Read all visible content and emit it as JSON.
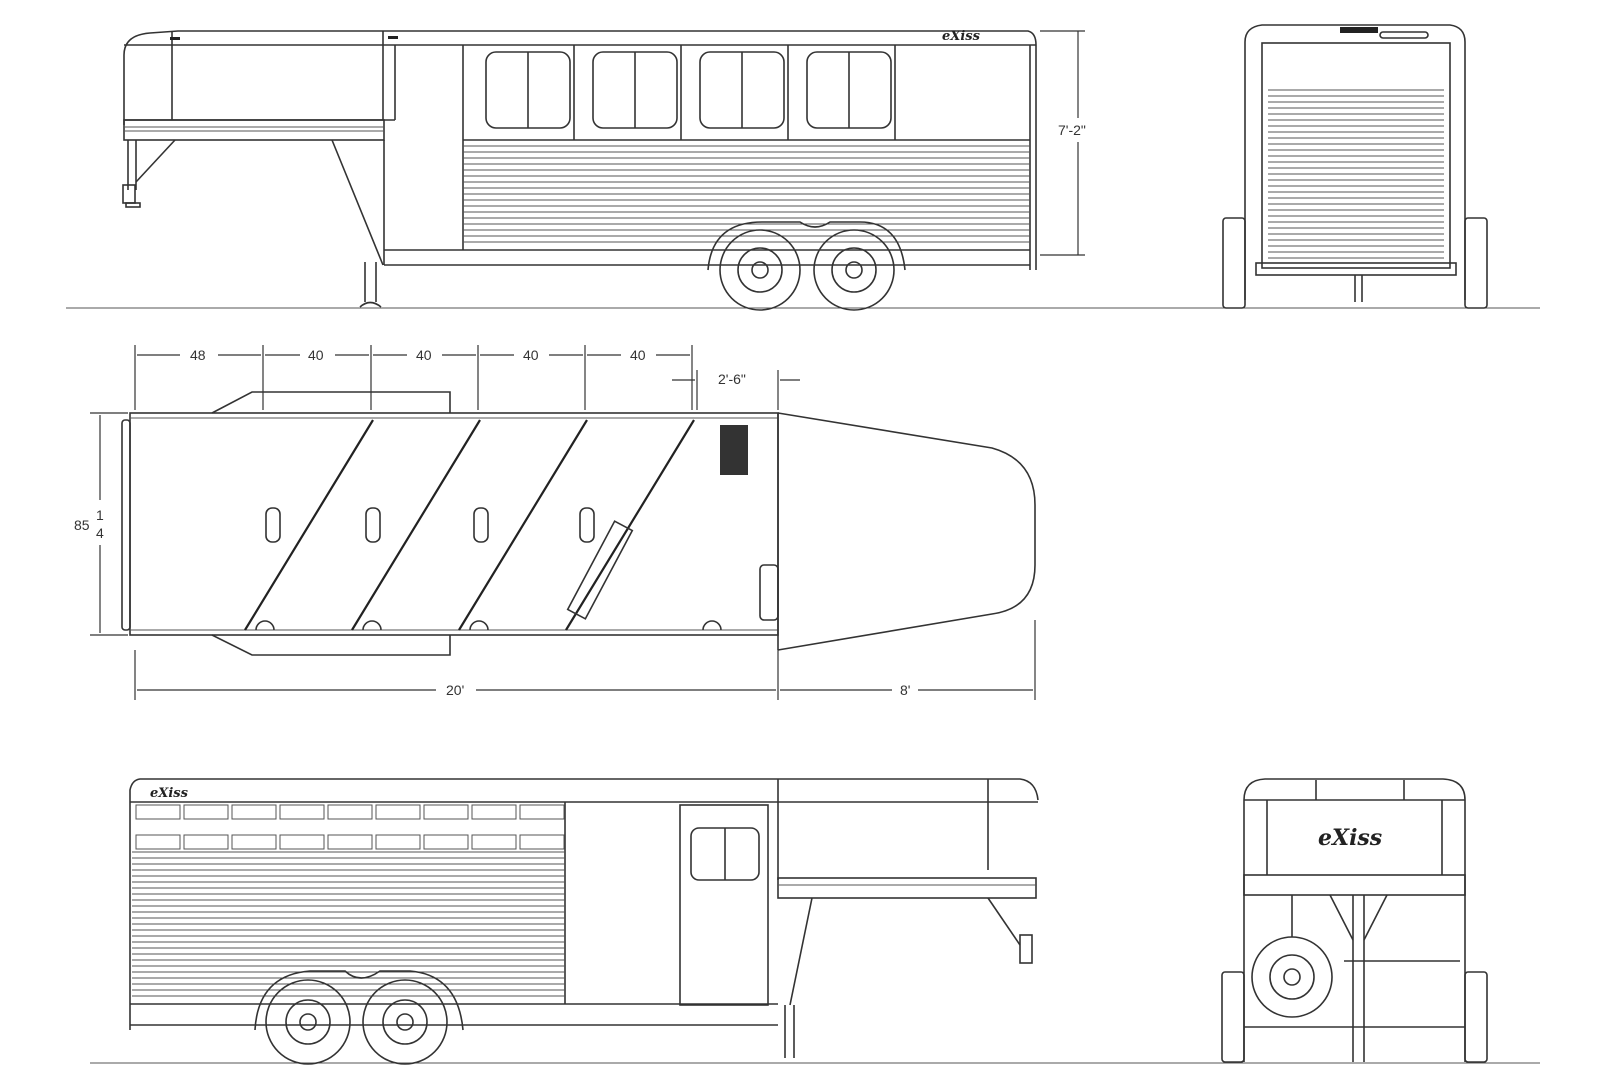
{
  "drawing": {
    "brand_logo": "eXiss",
    "colors": {
      "line": "#333333",
      "background": "#ffffff"
    },
    "views": {
      "side_view_curbside": {
        "name": "Side elevation (gooseneck left, 4 windows)",
        "height_label": "7'-2\""
      },
      "rear_view": {
        "name": "Rear elevation (slat rear door)"
      },
      "top_view": {
        "name": "Plan view",
        "stall_dims": [
          "48",
          "40",
          "40",
          "40",
          "40"
        ],
        "tack_dim": "2'-6\"",
        "width_label": "85",
        "width_fraction_num": "1",
        "width_fraction_den": "4",
        "box_length_label": "20'",
        "gooseneck_length_label": "8'"
      },
      "side_view_roadside": {
        "name": "Side elevation (gooseneck right, escape door)"
      },
      "front_view": {
        "name": "Front elevation (gooseneck, spare tire)"
      }
    }
  }
}
